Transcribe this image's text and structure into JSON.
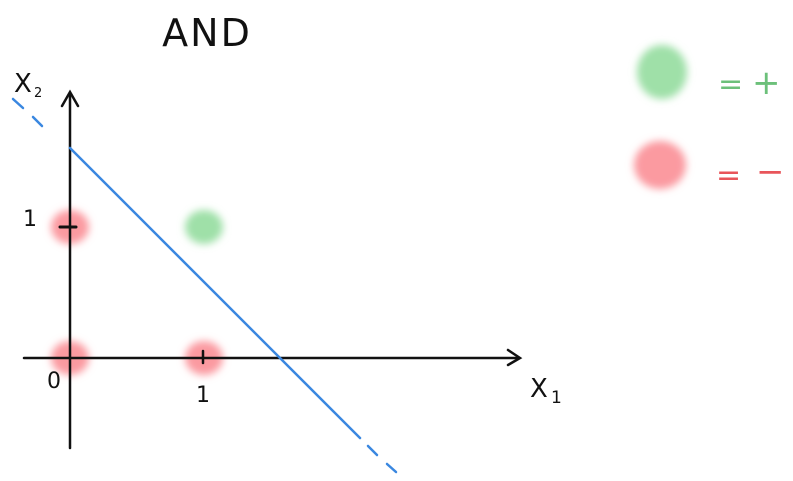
{
  "title": "AND",
  "axes": {
    "x_label": "X",
    "x_subscript": "1",
    "y_label": "X",
    "y_subscript": "2",
    "origin_label": "0",
    "x_tick_label": "1",
    "y_tick_label": "1"
  },
  "legend": [
    {
      "symbol": "=",
      "meaning": "+",
      "color": "#6cc07a",
      "blob_color": "#9fe0a8"
    },
    {
      "symbol": "=",
      "meaning": "−",
      "color": "#e8555a",
      "blob_color": "#fb9aa0"
    }
  ],
  "points": [
    {
      "x1": 0,
      "x2": 0,
      "class": "−"
    },
    {
      "x1": 1,
      "x2": 0,
      "class": "−"
    },
    {
      "x1": 0,
      "x2": 1,
      "class": "−"
    },
    {
      "x1": 1,
      "x2": 1,
      "class": "+"
    }
  ],
  "decision_line_color": "#3a87e0"
}
